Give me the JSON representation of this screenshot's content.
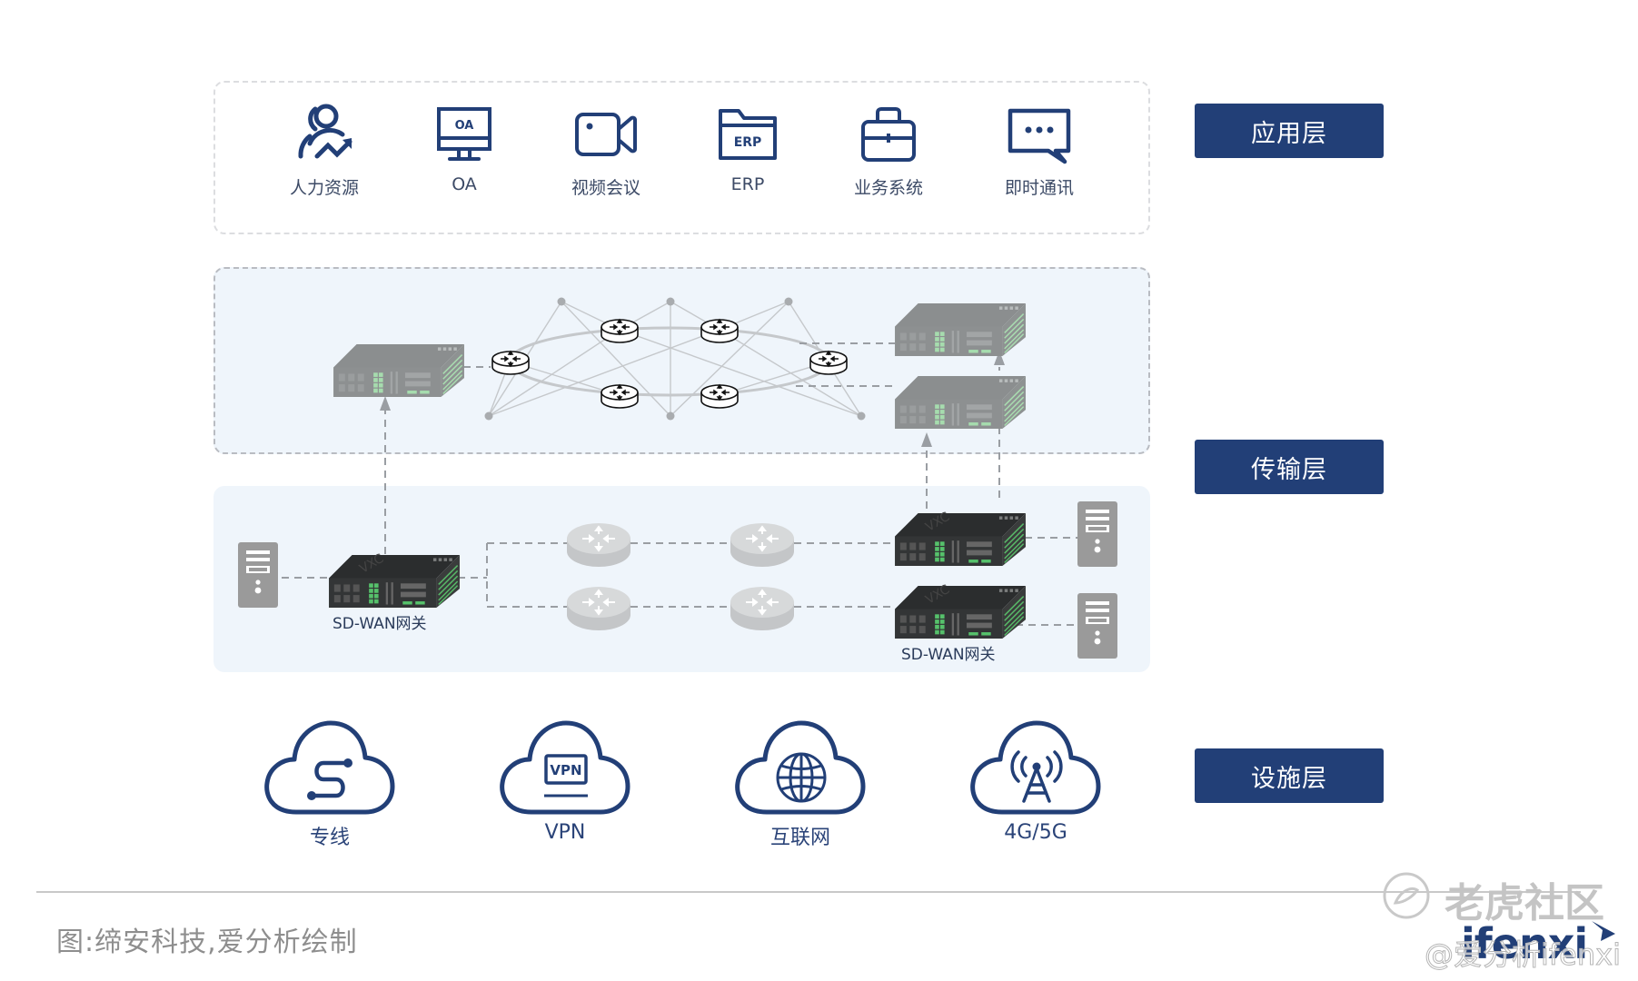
{
  "layers": {
    "application": {
      "label": "应用层"
    },
    "transport": {
      "label": "传输层"
    },
    "infrastructure": {
      "label": "设施层"
    }
  },
  "applications": [
    {
      "label": "人力资源",
      "icon": "hr-person-growth-icon"
    },
    {
      "label": "OA",
      "icon": "monitor-oa-icon",
      "icon_text": "OA"
    },
    {
      "label": "视频会议",
      "icon": "video-camera-icon"
    },
    {
      "label": "ERP",
      "icon": "folder-erp-icon",
      "icon_text": "ERP"
    },
    {
      "label": "业务系统",
      "icon": "briefcase-icon"
    },
    {
      "label": "即时通讯",
      "icon": "chat-bubble-icon"
    }
  ],
  "transport": {
    "gateway_label_left": "SD-WAN网关",
    "gateway_label_right": "SD-WAN网关",
    "device_brand": "VXC"
  },
  "infrastructure": [
    {
      "label": "专线",
      "icon": "dedicated-line-icon"
    },
    {
      "label": "VPN",
      "icon": "vpn-icon",
      "icon_text": "VPN"
    },
    {
      "label": "互联网",
      "icon": "globe-icon"
    },
    {
      "label": "4G/5G",
      "icon": "cell-tower-icon"
    }
  ],
  "footer": {
    "caption": "图:缔安科技,爱分析绘制"
  },
  "watermark": {
    "community": "老虎社区",
    "brand": "ifenxi",
    "handle": "@爱分析ifenxi"
  },
  "colors": {
    "primary": "#223f77",
    "icon_stroke": "#223f77",
    "panel_bg": "#eff5fb",
    "caption": "#8e8e8e"
  }
}
